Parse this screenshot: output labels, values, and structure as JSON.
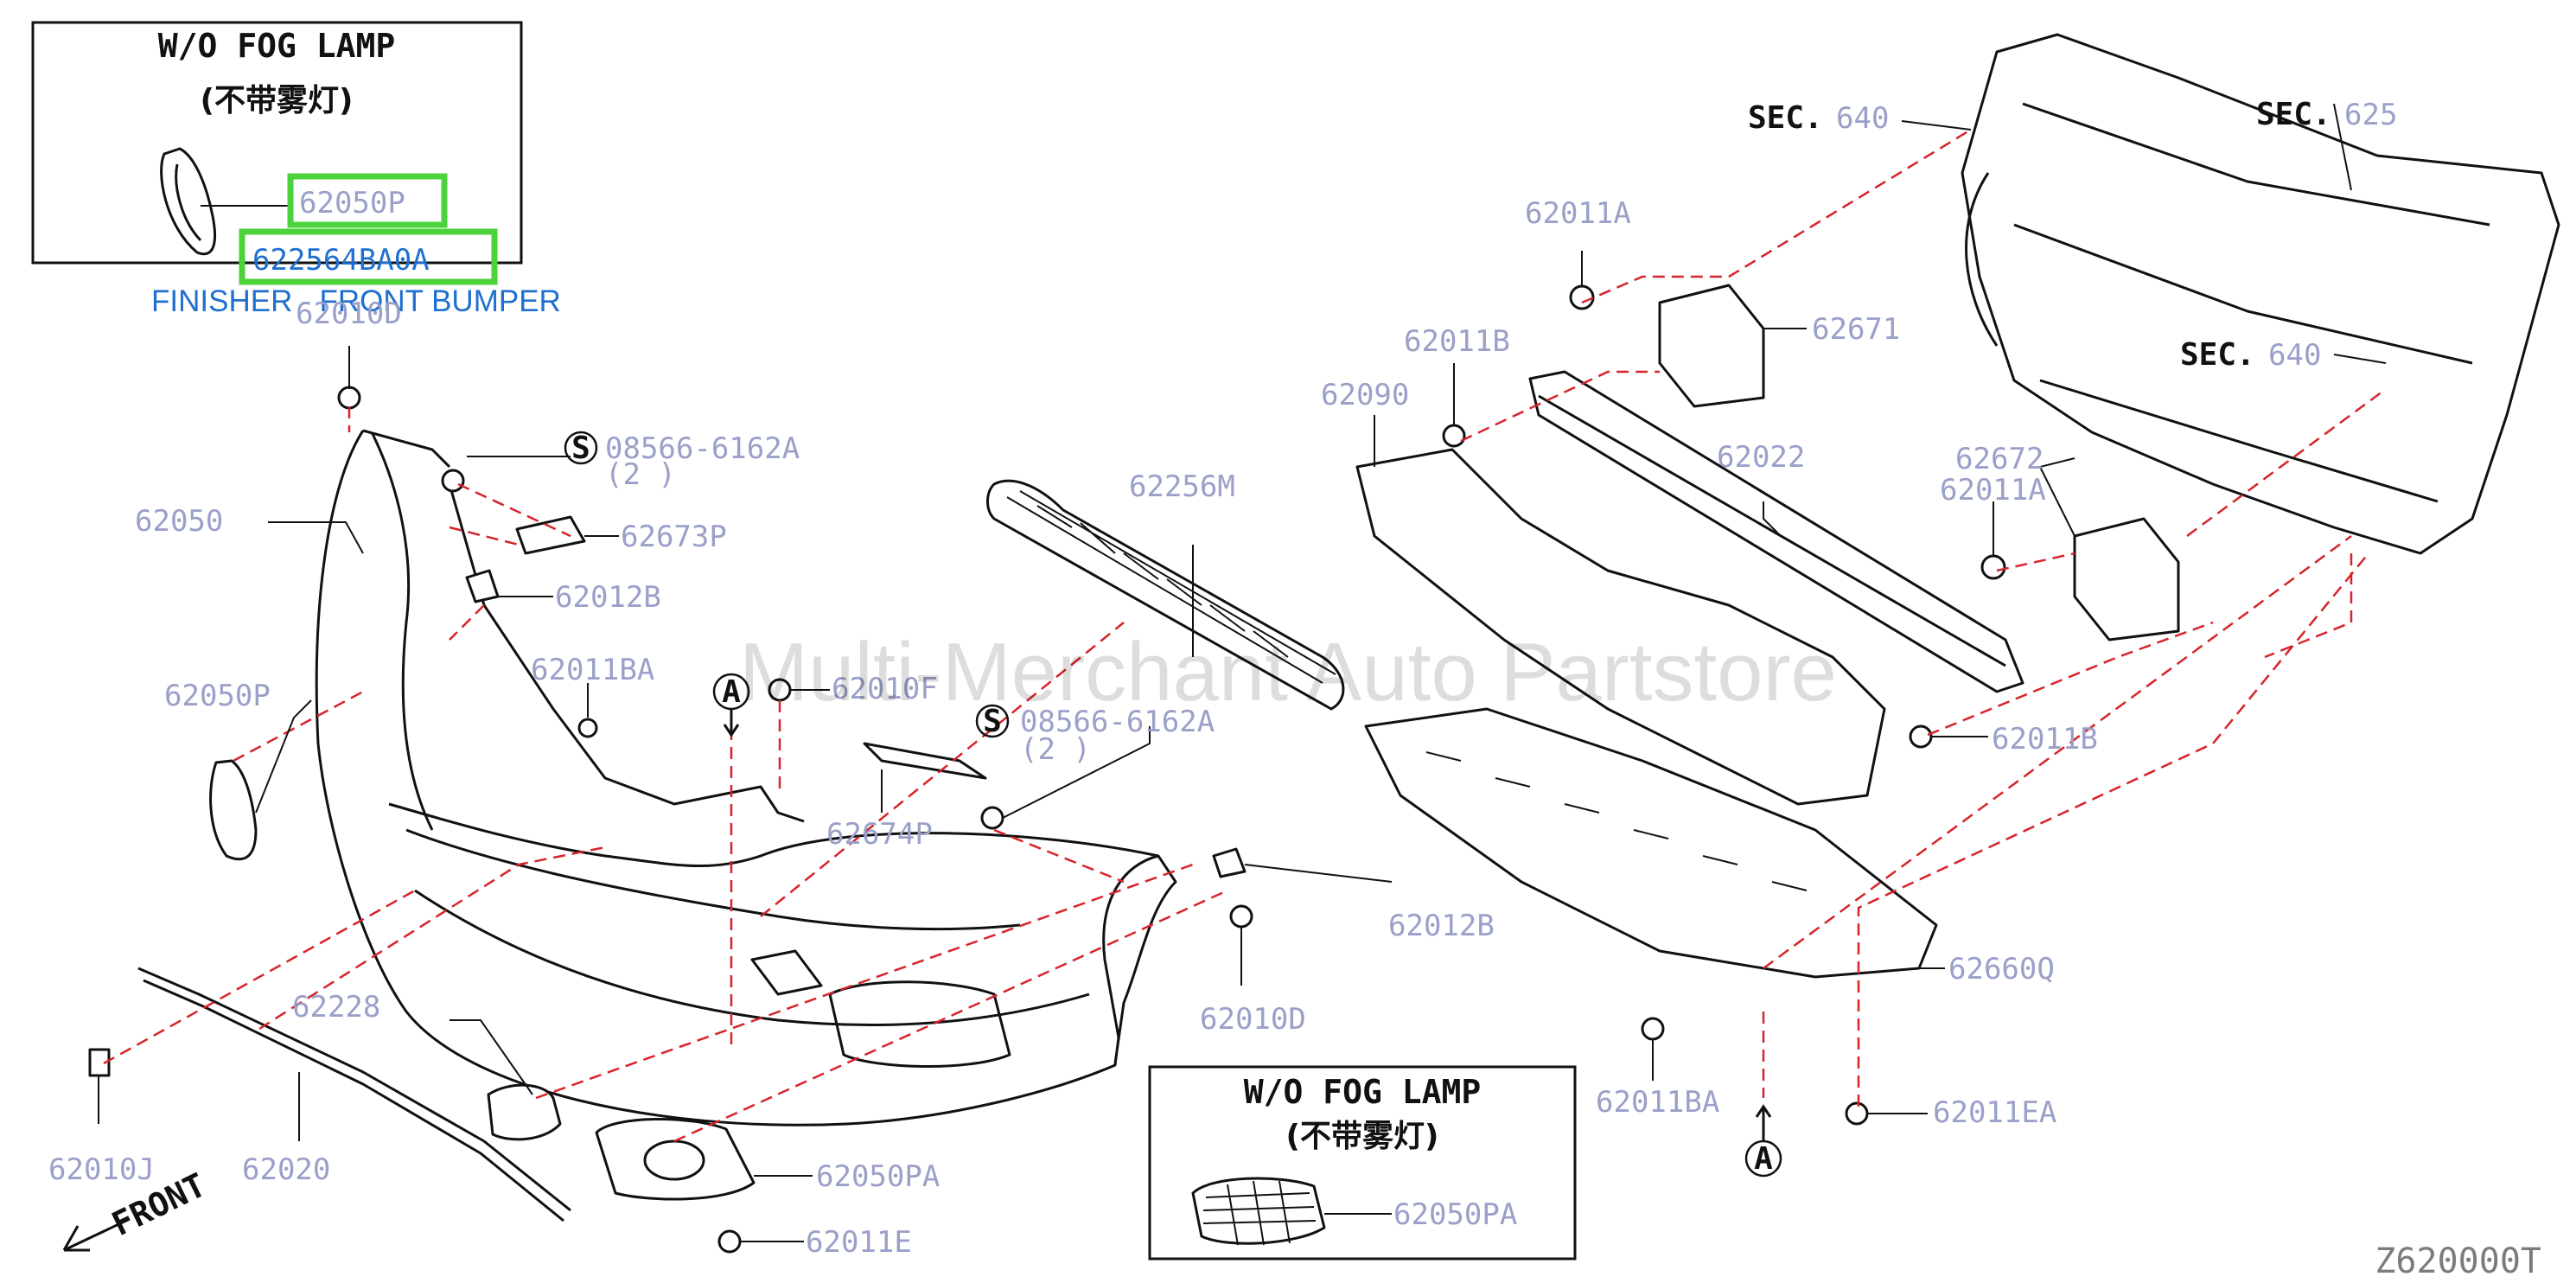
{
  "diagram": {
    "boxes": [
      {
        "title": "W/O FOG LAMP",
        "subtitle": "(不带雾灯)"
      },
      {
        "title": "W/O FOG LAMP",
        "subtitle": "(不带雾灯)"
      }
    ],
    "highlight": {
      "part_top": "62050P",
      "part_bottom": "622564BA0A",
      "caption": "FINISHER - FRONT BUMPER"
    },
    "sec_labels": [
      {
        "prefix": "SEC.",
        "number": "640"
      },
      {
        "prefix": "SEC.",
        "number": "625"
      },
      {
        "prefix": "SEC.",
        "number": "640"
      }
    ],
    "parts": {
      "p62010D_top": "62010D",
      "p08566_a": "08566-6162A",
      "p08566_a_qty": "(2 )",
      "p62050": "62050",
      "p62673P": "62673P",
      "p62012B_a": "62012B",
      "p62011BA_a": "62011BA",
      "p62050P": "62050P",
      "p62010F": "62010F",
      "p08566_b": "08566-6162A",
      "p08566_b_qty": "(2 )",
      "p62256M": "62256M",
      "p62674P": "62674P",
      "p62012B_b": "62012B",
      "p62010D_b": "62010D",
      "p62228": "62228",
      "p62010J": "62010J",
      "p62020": "62020",
      "p62050PA": "62050PA",
      "p62011E": "62011E",
      "p62050PA_box": "62050PA",
      "p62011A_a": "62011A",
      "p62671": "62671",
      "p62011B_a": "62011B",
      "p62090": "62090",
      "p62022": "62022",
      "p62672": "62672",
      "p62011A_b": "62011A",
      "p62011B_b": "62011B",
      "p62660Q": "62660Q",
      "p62011BA_b": "62011BA",
      "p62011EA": "62011EA"
    },
    "callout_A": "A",
    "s_symbol": "S",
    "front": "FRONT",
    "watermark": "Multi-Merchant Auto Partstore",
    "diagram_code": "Z620000T",
    "colors": {
      "highlight_border": "#4cd23a",
      "highlight_text": "#1f6fd1",
      "leader_dash": "#d6242a"
    }
  }
}
